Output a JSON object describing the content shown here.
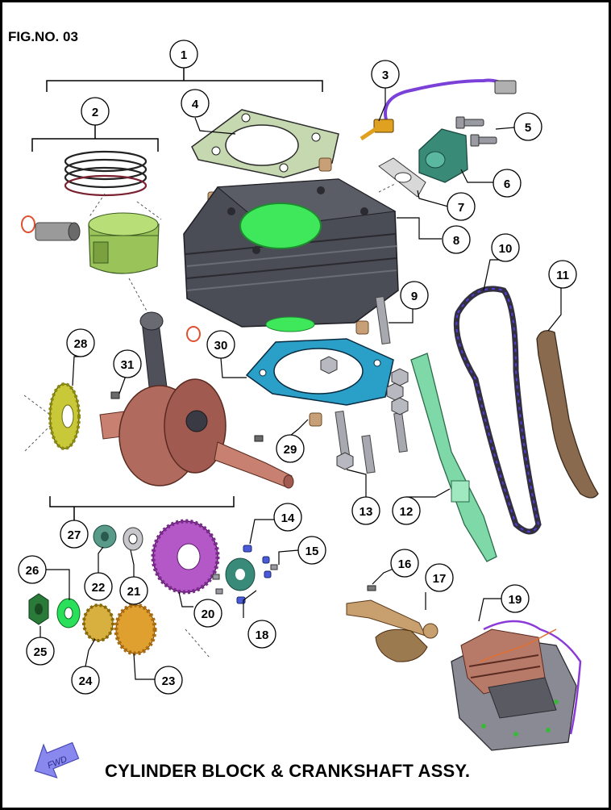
{
  "figure_label": "FIG.NO. 03",
  "title": "CYLINDER BLOCK & CRANKSHAFT ASSY.",
  "fwd_label": "FWD",
  "callouts": [
    "1",
    "2",
    "3",
    "4",
    "5",
    "6",
    "7",
    "8",
    "9",
    "10",
    "11",
    "12",
    "13",
    "14",
    "15",
    "16",
    "17",
    "18",
    "19",
    "20",
    "21",
    "22",
    "23",
    "24",
    "25",
    "26",
    "27",
    "28",
    "29",
    "30",
    "31"
  ],
  "colors": {
    "cylinder": "#4a4d55",
    "bore": "#3ee85a",
    "gasket_head": "#b8c8a0",
    "gasket_base": "#2aa0c8",
    "crank": "#b06a5e",
    "chain": "#303040",
    "chain_links": "#5a3ad8",
    "guide_front": "#7fd8a8",
    "guide_rear": "#8a6a4e",
    "pump_gear": "#b458c8",
    "drive_gear": "#e0a030",
    "gear_small": "#d8b040",
    "timing_gear": "#c8c838",
    "green_nut": "#2a7a3a",
    "fwd_arrow": "#8888ee"
  }
}
